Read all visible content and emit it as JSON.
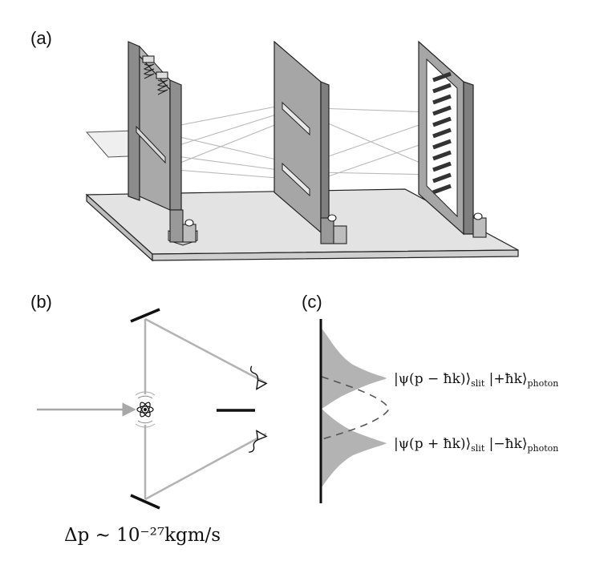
{
  "panels": {
    "a": {
      "label": "(a)"
    },
    "b": {
      "label": "(b)",
      "equation": "Δp ∼ 10⁻²⁷kgm/s"
    },
    "c": {
      "label": "(c)",
      "state_top": {
        "main": "|ψ(p − ħk)⟩",
        "sub1": "slit",
        "mid": " |+ħk⟩",
        "sub2": "photon"
      },
      "state_bottom": {
        "main": "|ψ(p + ħk)⟩",
        "sub1": "slit",
        "mid": " |−ħk⟩",
        "sub2": "photon"
      }
    }
  },
  "colors": {
    "ink": "#111111",
    "plate": "#a7a7a7",
    "plate_dark": "#8a8a8a",
    "base": "#dcdcdc",
    "beam": "#b0b0b0",
    "fill": "#b3b3b3"
  },
  "icons": [
    "atom-icon",
    "detector-icon",
    "spring-icon",
    "mirror-icon",
    "beam-splitter-icon"
  ]
}
